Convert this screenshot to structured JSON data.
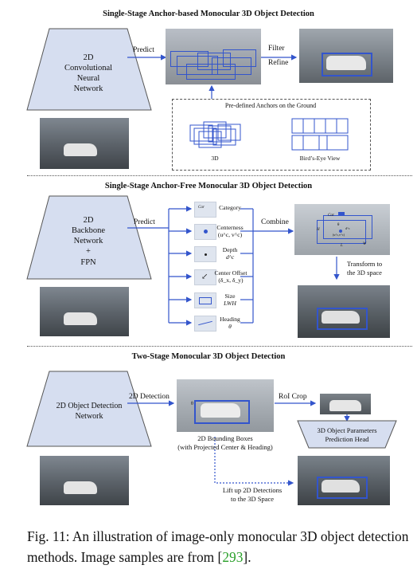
{
  "sections": {
    "anchor_based": {
      "title": "Single-Stage Anchor-based Monocular 3D Object Detection",
      "network": [
        "2D",
        "Convolutional",
        "Neural",
        "Network"
      ],
      "predict": "Predict",
      "filter": "Filter",
      "refine": "Refine",
      "anchors_title": "Pre-defined Anchors on the Ground",
      "anchors_3d": "3D",
      "anchors_bev": "Bird’s-Eye View"
    },
    "anchor_free": {
      "title": "Single-Stage Anchor-Free Monocular 3D Object Detection",
      "network": [
        "2D",
        "Backbone",
        "Network",
        "+",
        "FPN"
      ],
      "predict": "Predict",
      "combine": "Combine",
      "transform": [
        "Transform to",
        "the 3D space"
      ],
      "heads": [
        {
          "name": "Category",
          "sub": "",
          "icon_text": "Car"
        },
        {
          "name": "Centerness",
          "sub": "(u^c, v^c)",
          "icon_text": ""
        },
        {
          "name": "Depth",
          "sub": "d^c",
          "icon_text": ""
        },
        {
          "name": "Center Offset",
          "sub": "(δ_x, δ_y)",
          "icon_text": ""
        },
        {
          "name": "Size",
          "sub": "LWH",
          "icon_text": ""
        },
        {
          "name": "Heading",
          "sub": "θ",
          "icon_text": ""
        }
      ],
      "annot": {
        "car": "Car",
        "h": "H",
        "l": "L",
        "w": "W",
        "theta": "θ",
        "uv": "(u^c,v^c)",
        "dc": "d^c"
      }
    },
    "two_stage": {
      "title": "Two-Stage Monocular 3D Object Detection",
      "network": [
        "2D Object Detection",
        "Network"
      ],
      "detection": "2D Detection",
      "roi": "RoI Crop",
      "boxes": [
        "2D Bounding Boxes",
        "(with Projected Center & Heading)"
      ],
      "head": [
        "3D Object Parameters",
        "Prediction Head"
      ],
      "lift": [
        "Lift up 2D Detections",
        "to the 3D Space"
      ],
      "theta": "θ"
    }
  },
  "caption": {
    "text": "Fig. 11: An illustration of image-only monocular 3D object detection methods. Image samples are from [",
    "ref": "293",
    "end": "]."
  },
  "colors": {
    "accent_blue": "#3355cc",
    "network_fill": "#d6def0",
    "caption_ref": "#2aa02a"
  }
}
